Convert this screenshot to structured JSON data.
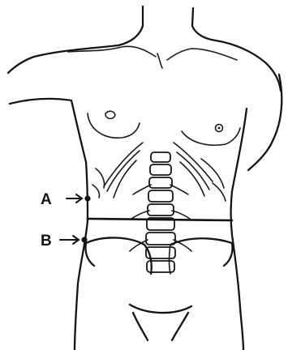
{
  "figure": {
    "markers": [
      {
        "id": "A",
        "label": "A"
      },
      {
        "id": "B",
        "label": "B"
      }
    ],
    "colors": {
      "ink": "#141414",
      "paper": "#ffffff"
    }
  }
}
